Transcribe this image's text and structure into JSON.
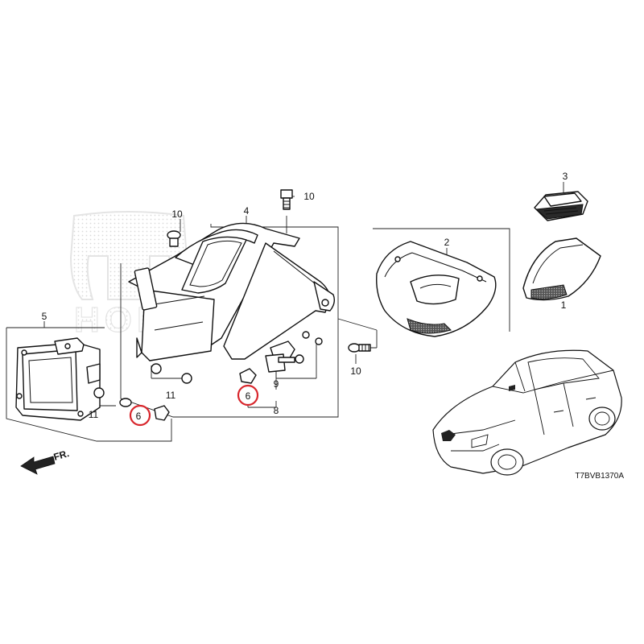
{
  "diagram_code": "T7BVB1370A",
  "front_arrow": {
    "label": "FR."
  },
  "watermark": {
    "text": "HONDA"
  },
  "callouts": [
    {
      "id": "c1",
      "label": "1"
    },
    {
      "id": "c2",
      "label": "2"
    },
    {
      "id": "c3",
      "label": "3"
    },
    {
      "id": "c4",
      "label": "4"
    },
    {
      "id": "c5",
      "label": "5"
    },
    {
      "id": "c6a",
      "label": "6",
      "highlighted": true
    },
    {
      "id": "c6b",
      "label": "6",
      "highlighted": true
    },
    {
      "id": "c8",
      "label": "8"
    },
    {
      "id": "c9",
      "label": "9"
    },
    {
      "id": "c10a",
      "label": "10"
    },
    {
      "id": "c10b",
      "label": "10"
    },
    {
      "id": "c10c",
      "label": "10"
    },
    {
      "id": "c11a",
      "label": "11"
    },
    {
      "id": "c11b",
      "label": "11"
    }
  ],
  "colors": {
    "line": "#111111",
    "highlight": "#d8262c",
    "watermark": "#e4e4e4"
  }
}
